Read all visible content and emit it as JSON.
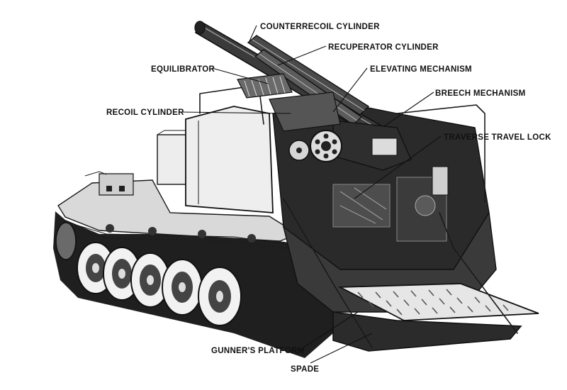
{
  "labels": {
    "counterrecoil": "COUNTERRECOIL CYLINDER",
    "recuperator": "RECUPERATOR CYLINDER",
    "equilibrator": "EQUILIBRATOR",
    "elevating": "ELEVATING MECHANISM",
    "breech": "BREECH MECHANISM",
    "recoil": "RECOIL CYLINDER",
    "traverse": "TRAVERSE TRAVEL LOCK",
    "platform": "GUNNER'S PLATFORM",
    "spade": "SPADE"
  },
  "colors": {
    "ink": "#111111",
    "paper": "#ffffff"
  }
}
